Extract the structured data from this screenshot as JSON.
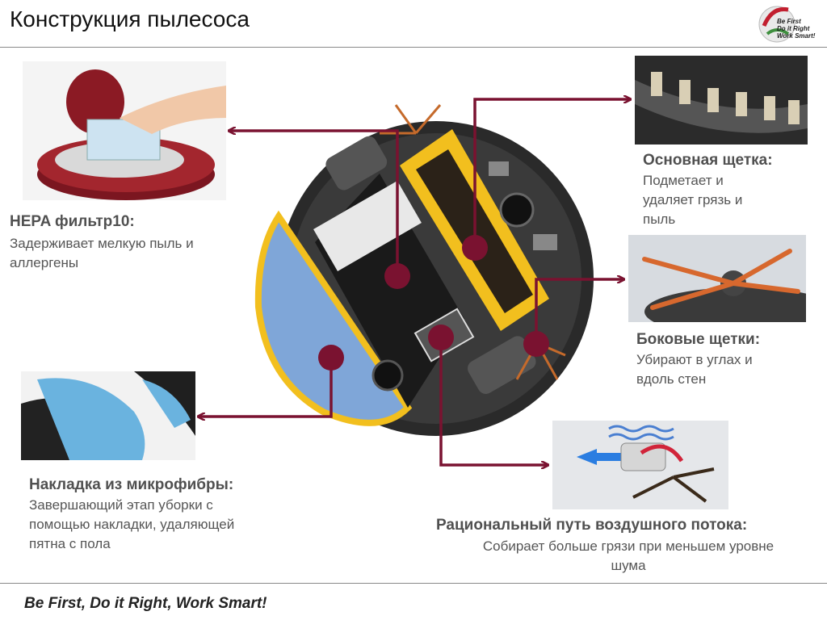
{
  "header": {
    "title": "Конструкция пылесоса"
  },
  "logo": {
    "lines": [
      "Be First",
      "Do it Right",
      "Work Smart!"
    ]
  },
  "footer": {
    "slogan": "Be First, Do it Right, Work Smart!"
  },
  "callouts": {
    "hepa": {
      "title": "HEPA фильтр10:",
      "desc": "Задерживает мелкую пыль и аллергены"
    },
    "main_brush": {
      "title": "Основная щетка:",
      "desc_lines": [
        "Подметает и",
        "удаляет грязь и",
        "пыль"
      ]
    },
    "side_brushes": {
      "title": "Боковые щетки:",
      "desc_lines": [
        "Убирают в углах и",
        "вдоль стен"
      ]
    },
    "microfiber": {
      "title": "Накладка из микрофибры:",
      "desc_lines": [
        "Завершающий этап уборки с",
        "помощью накладки, удаляющей",
        "пятна с пола"
      ]
    },
    "airflow": {
      "title": "Рациональный путь воздушного потока:",
      "desc_lines": [
        "Собирает больше грязи при меньшем уровне",
        "шума"
      ]
    }
  },
  "colors": {
    "connector": "#7a1230",
    "mop_blue": "#7fa6d8",
    "frame_yellow": "#f2bf1e",
    "robot_body": "#2a2a2a"
  },
  "icons": [
    "robot-vacuum-underside-illustration",
    "hepa-filter-photo",
    "main-brush-photo",
    "side-brush-photo",
    "microfiber-pad-photo",
    "airflow-illustration",
    "logo-icon"
  ]
}
